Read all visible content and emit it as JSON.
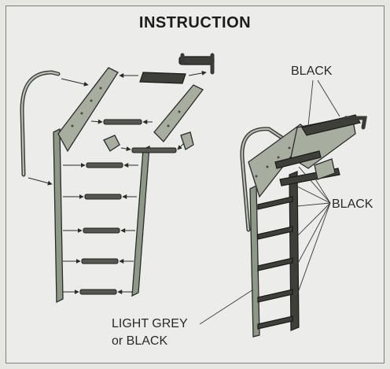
{
  "title": "INSTRUCTION",
  "labels": {
    "black_top": "BLACK",
    "black_middle": "BLACK",
    "light_grey_line1": "LIGHT GREY",
    "light_grey_line2": "or BLACK"
  },
  "colors": {
    "rail": "#8e9886",
    "rung": "#55584f",
    "plate": "#a7ad9f",
    "black_part": "#3f3f3a",
    "background": "#ececea"
  }
}
